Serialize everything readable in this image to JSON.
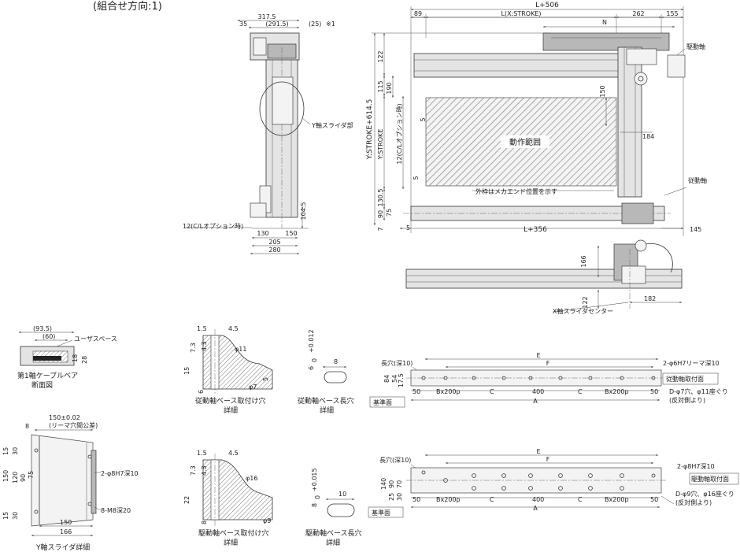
{
  "header": {
    "combination_direction": "(組合せ方向:1)"
  },
  "top_view": {
    "dims": {
      "l506": "L+506",
      "d89": "89",
      "stroke": "L(X:STROKE)",
      "d262": "262",
      "d155": "155",
      "n": "N",
      "drive_shaft": "駆動軸",
      "y_total": "Y:STROKE+614.5",
      "d122": "122",
      "d115": "115",
      "d190": "190",
      "d150": "150",
      "y_stroke": "Y:STROKE",
      "cl_option": "12(C/Lオプション時)",
      "d5a": "5",
      "d5b": "5",
      "d130_5": "130.5",
      "d75": "75",
      "d90": "90",
      "d7": "7",
      "d5c": "5",
      "l356": "L+356",
      "d145": "145",
      "d184": "184",
      "operating_range": "動作範囲",
      "mecha_end_note": "外枠はメカエンド位置を示す",
      "driven_shaft": "従動軸"
    }
  },
  "side_view": {
    "dims": {
      "d317_5": "317.5",
      "d35": "35",
      "d291_5": "(291.5)",
      "d25": "(25)",
      "note1": "※1",
      "y_slider": "Y軸スライダ部",
      "d104_5": "104.5",
      "cl_option": "12(C/Lオプション時)",
      "d130": "130",
      "d150": "150",
      "d205": "205",
      "d280": "280"
    }
  },
  "front_view": {
    "dims": {
      "d166": "166",
      "d122": "122",
      "d182": "182",
      "x_slider_center": "X軸スライダセンター"
    }
  },
  "cable": {
    "dims": {
      "d93_5": "(93.5)",
      "d60": "(60)",
      "user_space": "ユーザスペース",
      "d18": "18",
      "d28": "28"
    },
    "caption_1": "第1軸ケーブルベア",
    "caption_2": "断面図"
  },
  "y_slider_detail": {
    "dims": {
      "d150_tol": "150±0.02",
      "reamer_tol": "(リーマ穴間公差)",
      "d8": "8",
      "d15a": "15",
      "d30a": "30",
      "d150v": "150",
      "d120": "120",
      "d90": "90",
      "d75": "75",
      "d30b": "30",
      "d15b": "15",
      "pin_holes": "2-φ8H7深10",
      "tap_holes": "8-M8深20",
      "d150h": "150",
      "d166": "166"
    },
    "caption": "Y軸スライダ詳細"
  },
  "driven_base_hole": {
    "dims": {
      "d1_5": "1.5",
      "d4_5": "4.5",
      "d7_3": "7.3",
      "d4_3": "4.3",
      "d15": "15",
      "phi11": "φ11",
      "d5": "5",
      "d6": "6",
      "phi7": "φ7"
    },
    "caption_1": "従動軸ベース取付け穴",
    "caption_2": "詳細"
  },
  "driven_base_slot": {
    "dims": {
      "d8": "8",
      "d6_tol": "6",
      "tol": "+0.012",
      "tol0": "0"
    },
    "caption_1": "従動軸ベース長穴",
    "caption_2": "詳細"
  },
  "drive_base_hole": {
    "dims": {
      "d1_5": "1.5",
      "d4_5": "4.5",
      "d7_3": "7.3",
      "d4_3": "4.3",
      "d22": "22",
      "phi16": "φ16",
      "d8": "8",
      "phi9": "φ9"
    },
    "caption_1": "駆動軸ベース取付け穴",
    "caption_2": "詳細"
  },
  "drive_base_slot": {
    "dims": {
      "d10": "10",
      "d8_tol": "8",
      "tol": "+0.015",
      "tol0": "0"
    },
    "caption_1": "駆動軸ベース長穴",
    "caption_2": "詳細"
  },
  "driven_base": {
    "dims": {
      "slot": "長穴(深10)",
      "e": "E",
      "f": "F",
      "pin": "2-φ6H7リーマ深10",
      "mount_face": "従動軸取付面",
      "counterbore": "D-φ7穴、φ11座ぐり",
      "opposite": "(反対側より)",
      "d84": "84",
      "d54": "54",
      "d17_5": "17.5",
      "d50a": "50",
      "bx1": "Bx200p",
      "c1": "C",
      "d400": "400",
      "c2": "C",
      "bx2": "Bx200p",
      "d50b": "50",
      "a": "A",
      "ref": "基準面"
    }
  },
  "drive_base": {
    "dims": {
      "slot": "長穴(深10)",
      "e": "E",
      "f": "F",
      "pin": "2-φ8H7深10",
      "mount_face": "駆動軸取付面",
      "counterbore": "D-φ9穴、φ16座ぐり",
      "opposite": "(反対側より)",
      "d140": "140",
      "d90": "90",
      "d70": "70",
      "d25": "25",
      "d30": "30",
      "d50a": "50",
      "bx1": "Bx200p",
      "c1": "C",
      "d400": "400",
      "c2": "C",
      "bx2": "Bx200p",
      "d50b": "50",
      "a": "A",
      "ref": "基準面"
    }
  }
}
